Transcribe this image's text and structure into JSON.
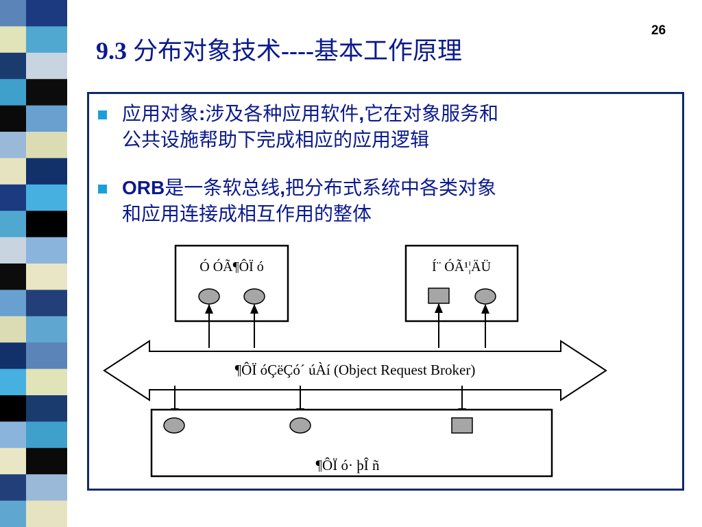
{
  "slide": {
    "page_number": "26",
    "title": {
      "number": "9.3 ",
      "text": "分布对象技术",
      "dashes": "----",
      "suffix": "基本工作原理"
    }
  },
  "bullets": [
    {
      "lines": [
        {
          "parts": [
            {
              "t": "应用对象"
            },
            {
              "t": ":",
              "b": true
            },
            {
              "t": "涉及各种应用软件"
            },
            {
              "t": ",",
              "b": true
            },
            {
              "t": "它在对象服务和"
            }
          ]
        },
        {
          "parts": [
            {
              "t": "公共设施帮助下完成相应的应用逻辑"
            }
          ]
        }
      ]
    },
    {
      "lines": [
        {
          "parts": [
            {
              "t": "ORB",
              "b": true
            },
            {
              "t": "是一条软总线"
            },
            {
              "t": ",",
              "b": true
            },
            {
              "t": "把分布式系统中各类对象"
            }
          ]
        },
        {
          "parts": [
            {
              "t": "和应用连接成相互作用的整体"
            }
          ]
        }
      ]
    }
  ],
  "diagram": {
    "app_objects_label": "Ó ÓÃ¶ÔÏ ó",
    "common_facilities_label": "Í¨ ÓÃ¹¦ÄÜ",
    "orb_label": "¶ÔÏ óÇëÇó´ úÀí (Object  Request  Broker)",
    "object_services_label": "¶ÔÏ ó· þÎ ñ"
  },
  "colors": {
    "title": "#0b1a8c",
    "body_text": "#0b1a8c",
    "bullet": "#1aa0d8",
    "frame": "#0e2a6b",
    "node_fill": "#a6a6a6"
  },
  "stripe_colors": [
    "#5b84b8",
    "#e1e3b8",
    "#1a3b6e",
    "#3fa0cc",
    "#0a0a0a",
    "#9ab8d8",
    "#e6e4c0",
    "#1b3a80",
    "#50a8d0",
    "#c8d4e0",
    "#0c0c0c",
    "#68a0d0",
    "#dcdcb4",
    "#12306a",
    "#46b0e0",
    "#000000",
    "#8ab4dc",
    "#e8e6c4",
    "#233f7a",
    "#5fa6d0"
  ]
}
